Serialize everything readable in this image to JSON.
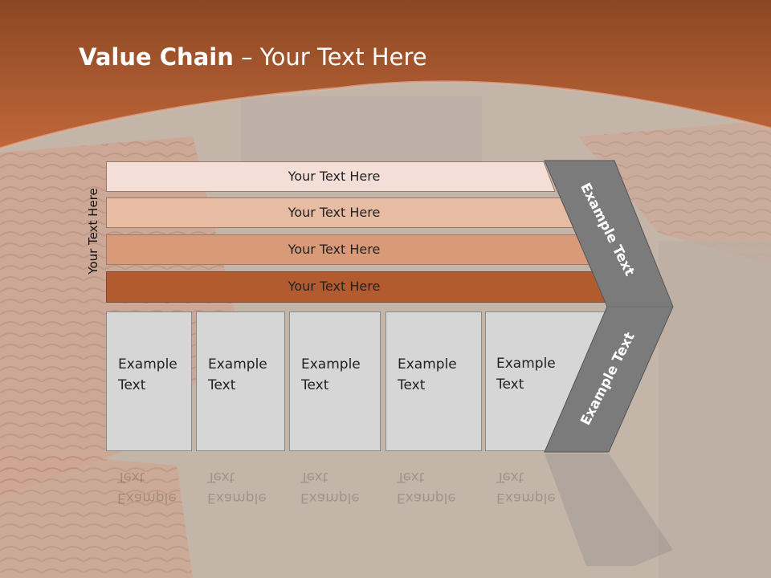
{
  "title": {
    "bold": "Value Chain",
    "rest": " – Your Text Here"
  },
  "side_label": "Your Text Here",
  "bands": [
    {
      "label": "Your Text Here",
      "color": "#f4dfd8"
    },
    {
      "label": "Your Text Here",
      "color": "#e8bca2"
    },
    {
      "label": "Your Text Here",
      "color": "#d89a78"
    },
    {
      "label": "Your Text Here",
      "color": "#b25b2f"
    }
  ],
  "boxes": [
    {
      "line1": "Example",
      "line2": "Text"
    },
    {
      "line1": "Example",
      "line2": "Text"
    },
    {
      "line1": "Example",
      "line2": "Text"
    },
    {
      "line1": "Example",
      "line2": "Text"
    },
    {
      "line1": "Example",
      "line2": "Text"
    }
  ],
  "chevron": {
    "upper_label": "Example Text",
    "lower_label": "Example Text",
    "color": "#7b7b7b"
  },
  "colors": {
    "header": "#b5582c",
    "box_fill": "#d6d6d6"
  }
}
